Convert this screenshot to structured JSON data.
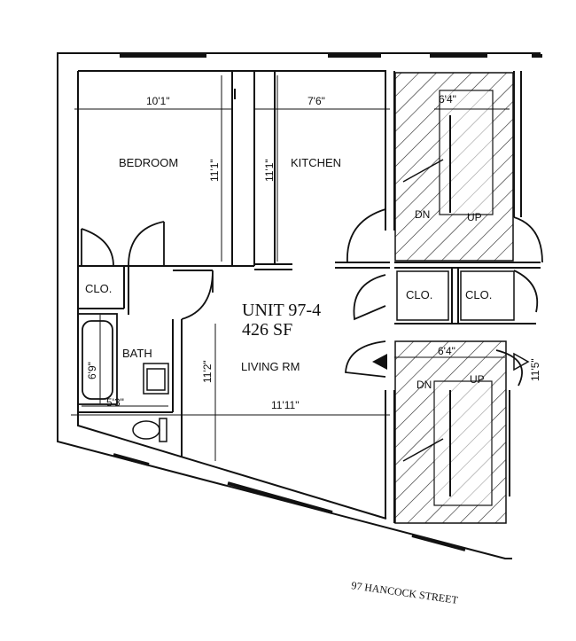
{
  "unit": {
    "name": "UNIT 97-4",
    "area": "426 SF"
  },
  "rooms": {
    "bedroom": "BEDROOM",
    "kitchen": "KITCHEN",
    "living": "LIVING RM",
    "bath": "BATH",
    "closet_bath": "CLO.",
    "closet_hall_left": "CLO.",
    "closet_hall_right": "CLO."
  },
  "dimensions": {
    "bedroom_width": "10'1\"",
    "bedroom_depth": "11'1\"",
    "kitchen_width": "7'6\"",
    "kitchen_depth": "11'1\"",
    "living_depth": "11'2\"",
    "living_width": "11'11\"",
    "tub_length": "6'9\"",
    "bath_width": "5'3\"",
    "stair_upper_width": "6'4\"",
    "stair_lower_width": "6'4\"",
    "hall_dim": "11'5\""
  },
  "stairs": {
    "upper_down": "DN",
    "upper_up": "UP",
    "lower_down": "DN",
    "lower_up": "UP"
  },
  "street": "97 HANCOCK STREET"
}
